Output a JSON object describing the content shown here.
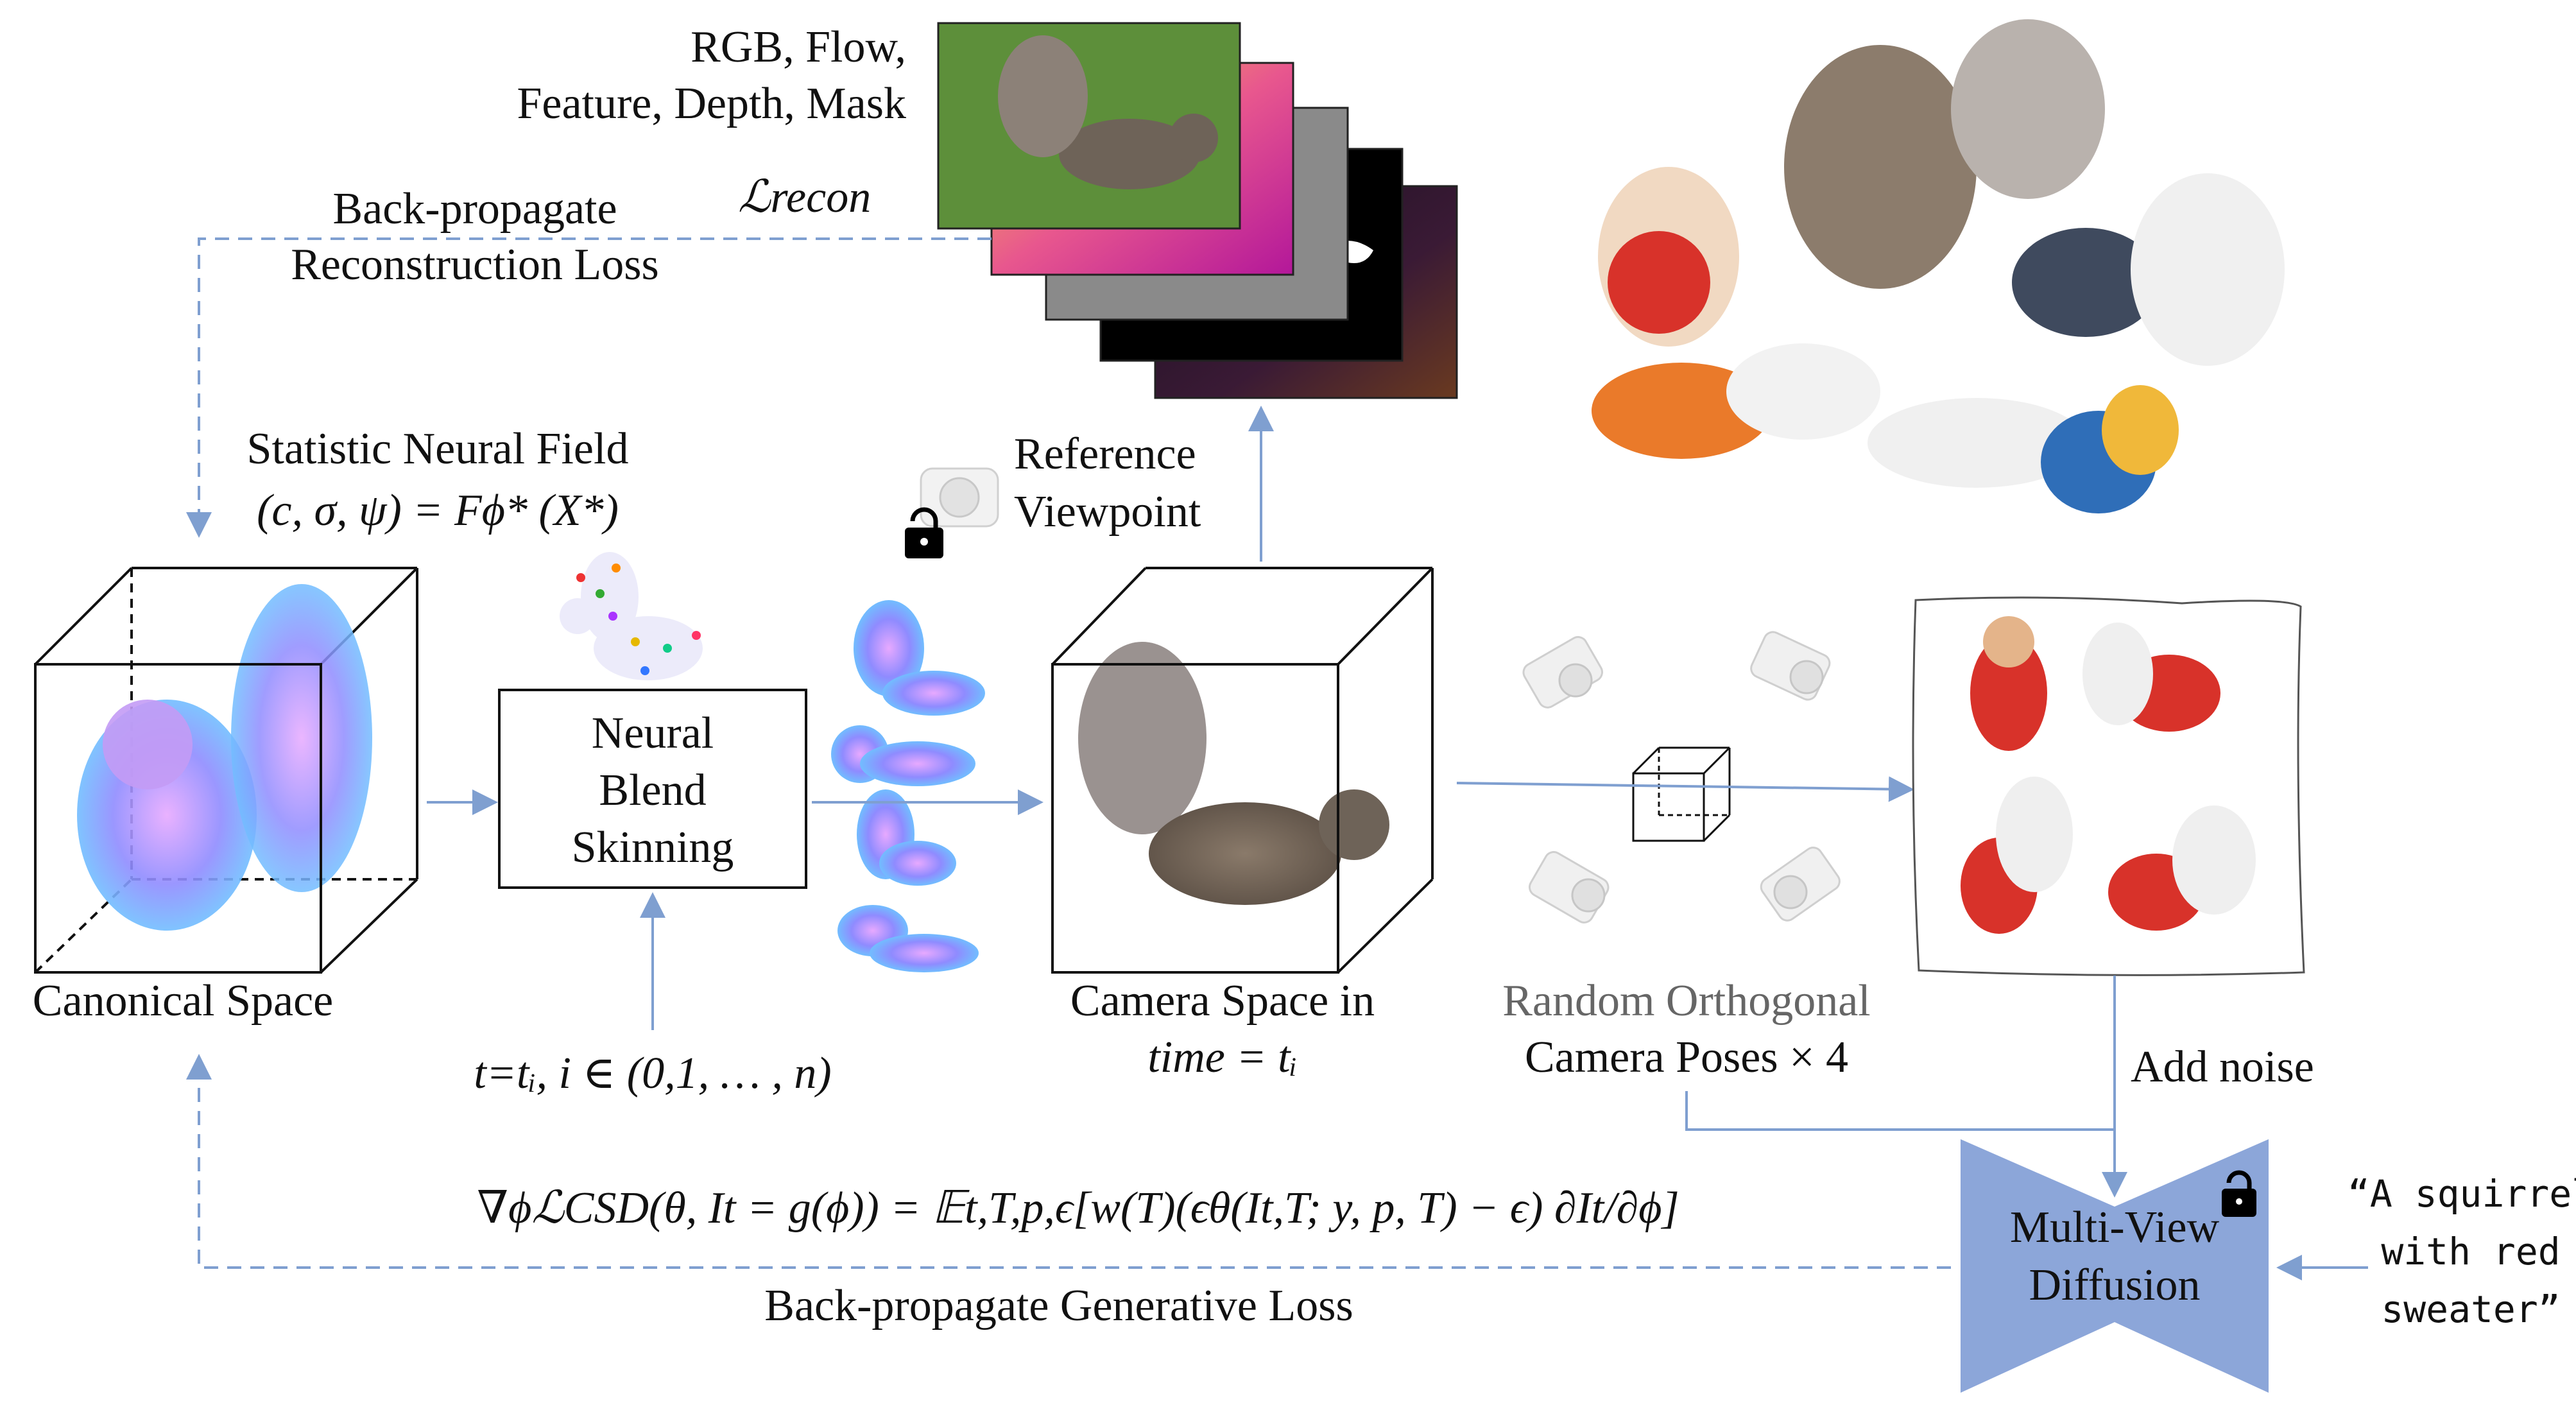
{
  "colors": {
    "arrow": "#7f9fd0",
    "diffusion": "#8ca6d9",
    "frame": "#111111"
  },
  "top": {
    "modalities_line1": "RGB, Flow,",
    "modalities_line2": "Feature, Depth, Mask",
    "recon_loss_symbol": "ℒrecon",
    "backprop_recon_line1": "Back-propagate",
    "backprop_recon_line2": "Reconstruction Loss"
  },
  "field": {
    "title": "Statistic Neural Field",
    "formula": "(c, σ, ψ) = Fϕ* (X*)"
  },
  "reference": {
    "line1": "Reference",
    "line2": "Viewpoint"
  },
  "canonical": {
    "label": "Canonical Space"
  },
  "skinning": {
    "line1": "Neural",
    "line2": "Blend",
    "line3": "Skinning"
  },
  "time_input": "t=tᵢ, i ∈ (0,1, … , n)",
  "camera_space": {
    "line1": "Camera Space in",
    "line2": "time = tᵢ"
  },
  "random_poses": {
    "line1": "Random Orthogonal",
    "line2": "Camera Poses × 4"
  },
  "add_noise": "Add noise",
  "diffusion": {
    "line1": "Multi-View",
    "line2": "Diffusion"
  },
  "prompt": {
    "line1": "“A squirrel",
    "line2": "with red",
    "line3": "sweater”"
  },
  "csd_formula": "∇ϕℒCSD(θ, It = g(ϕ)) = 𝔼t,T,p,ϵ[w(T)(ϵθ(It,T; y, p, T) − ϵ) ∂It/∂ϕ]",
  "backprop_gen": "Back-propagate Generative Loss"
}
